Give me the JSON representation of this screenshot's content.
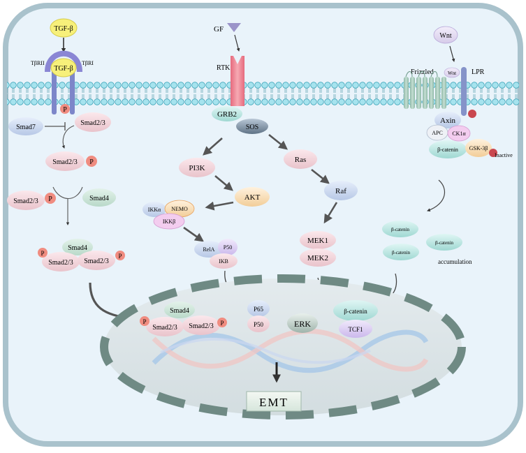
{
  "nodes": {
    "tgfb_ligand": "TGF-β",
    "tgfb_bound": "TGF-β",
    "tbrii": "TβRII",
    "tbri": "TβRI",
    "p": "P",
    "smad7": "Smad7",
    "smad23": "Smad2/3",
    "smad4": "Smad4",
    "gf": "GF",
    "rtk": "RTK",
    "grb2": "GRB2",
    "sos": "SOS",
    "pi3k": "PI3K",
    "akt": "AKT",
    "ras": "Ras",
    "raf": "Raf",
    "ikka": "IKKα",
    "nemo": "NEMO",
    "ikkb": "IKKβ",
    "rela": "RelA",
    "p50": "P50",
    "ikb": "IKB",
    "mek1": "MEK1",
    "mek2": "MEK2",
    "p65": "P65",
    "erk": "ERK",
    "wnt": "Wnt",
    "wnt_small": "Wnt",
    "frizzled": "Frizzled",
    "lpr": "LPR",
    "axin": "Axin",
    "apc": "APC",
    "ck1a": "CK1α",
    "bcatenin": "β-catenin",
    "gsk3b": "GSK-3β",
    "inactive": "Inactive",
    "accumulation": "accumulation",
    "tcf1": "TCF1",
    "emt": "EMT"
  },
  "colors": {
    "cell_fill": "#e9f3fa",
    "cell_border": "#a9c2cc",
    "membrane_head": "#9fe0ee",
    "phospho": "#f08c80",
    "nucleus_fill": "#dde6ea",
    "nucleus_border": "#6f8a84",
    "arrow": "#555555"
  }
}
